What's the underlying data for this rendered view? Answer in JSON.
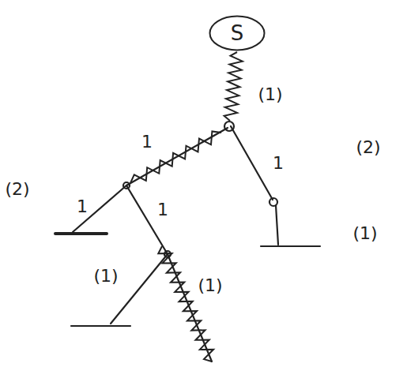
{
  "diagram": {
    "nodes": [
      {
        "text": [
          "S"
        ]
      }
    ],
    "labels": [
      "(1)",
      "1",
      "1",
      "(2)",
      "(2)",
      "1",
      "1",
      "(1)",
      "(1)",
      "(1)"
    ]
  }
}
